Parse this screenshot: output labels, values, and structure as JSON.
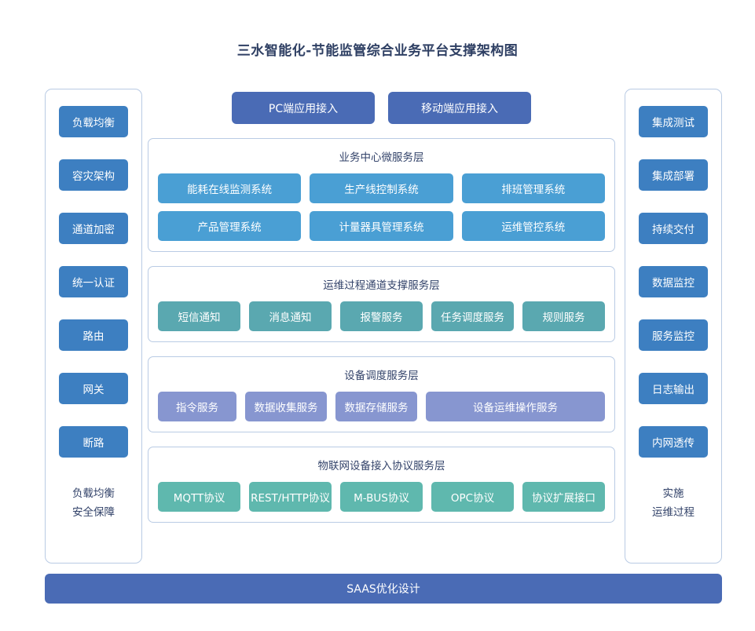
{
  "title": "三水智能化-节能监管综合业务平台支撑架构图",
  "colors": {
    "title_text": "#2e3f63",
    "panel_border": "#b9cbe4",
    "side_button": "#3d7fc1",
    "access_button": "#4a6bb5",
    "business_layer": "#4a9fd4",
    "ops_layer": "#5aa8b0",
    "device_layer": "#8796d0",
    "iot_layer": "#5fb8ae",
    "bottom_bar": "#4a6bb5"
  },
  "left_column": {
    "items": [
      {
        "label": "负载均衡"
      },
      {
        "label": "容灾架构"
      },
      {
        "label": "通道加密"
      },
      {
        "label": "统一认证"
      },
      {
        "label": "路由"
      },
      {
        "label": "网关"
      },
      {
        "label": "断路"
      }
    ],
    "footer": [
      "负载均衡",
      "安全保障"
    ]
  },
  "right_column": {
    "items": [
      {
        "label": "集成测试"
      },
      {
        "label": "集成部署"
      },
      {
        "label": "持续交付"
      },
      {
        "label": "数据监控"
      },
      {
        "label": "服务监控"
      },
      {
        "label": "日志输出"
      },
      {
        "label": "内网透传"
      }
    ],
    "footer": [
      "实施",
      "运维过程"
    ]
  },
  "access": {
    "buttons": [
      {
        "label": "PC端应用接入"
      },
      {
        "label": "移动端应用接入"
      }
    ]
  },
  "layers": [
    {
      "key": "business",
      "title": "业务中心微服务层",
      "rows": [
        [
          "能耗在线监测系统",
          "生产线控制系统",
          "排班管理系统"
        ],
        [
          "产品管理系统",
          "计量器具管理系统",
          "运维管控系统"
        ]
      ]
    },
    {
      "key": "ops",
      "title": "运维过程通道支撑服务层",
      "rows": [
        [
          "短信通知",
          "消息通知",
          "报警服务",
          "任务调度服务",
          "规则服务"
        ]
      ]
    },
    {
      "key": "device",
      "title": "设备调度服务层",
      "rows": [
        [
          "指令服务",
          "数据收集服务",
          "数据存储服务",
          "设备运维操作服务"
        ]
      ]
    },
    {
      "key": "iot",
      "title": "物联网设备接入协议服务层",
      "rows": [
        [
          "MQTT协议",
          "REST/HTTP协议",
          "M-BUS协议",
          "OPC协议",
          "协议扩展接口"
        ]
      ]
    }
  ],
  "bottom_bar": {
    "label": "SAAS优化设计"
  }
}
